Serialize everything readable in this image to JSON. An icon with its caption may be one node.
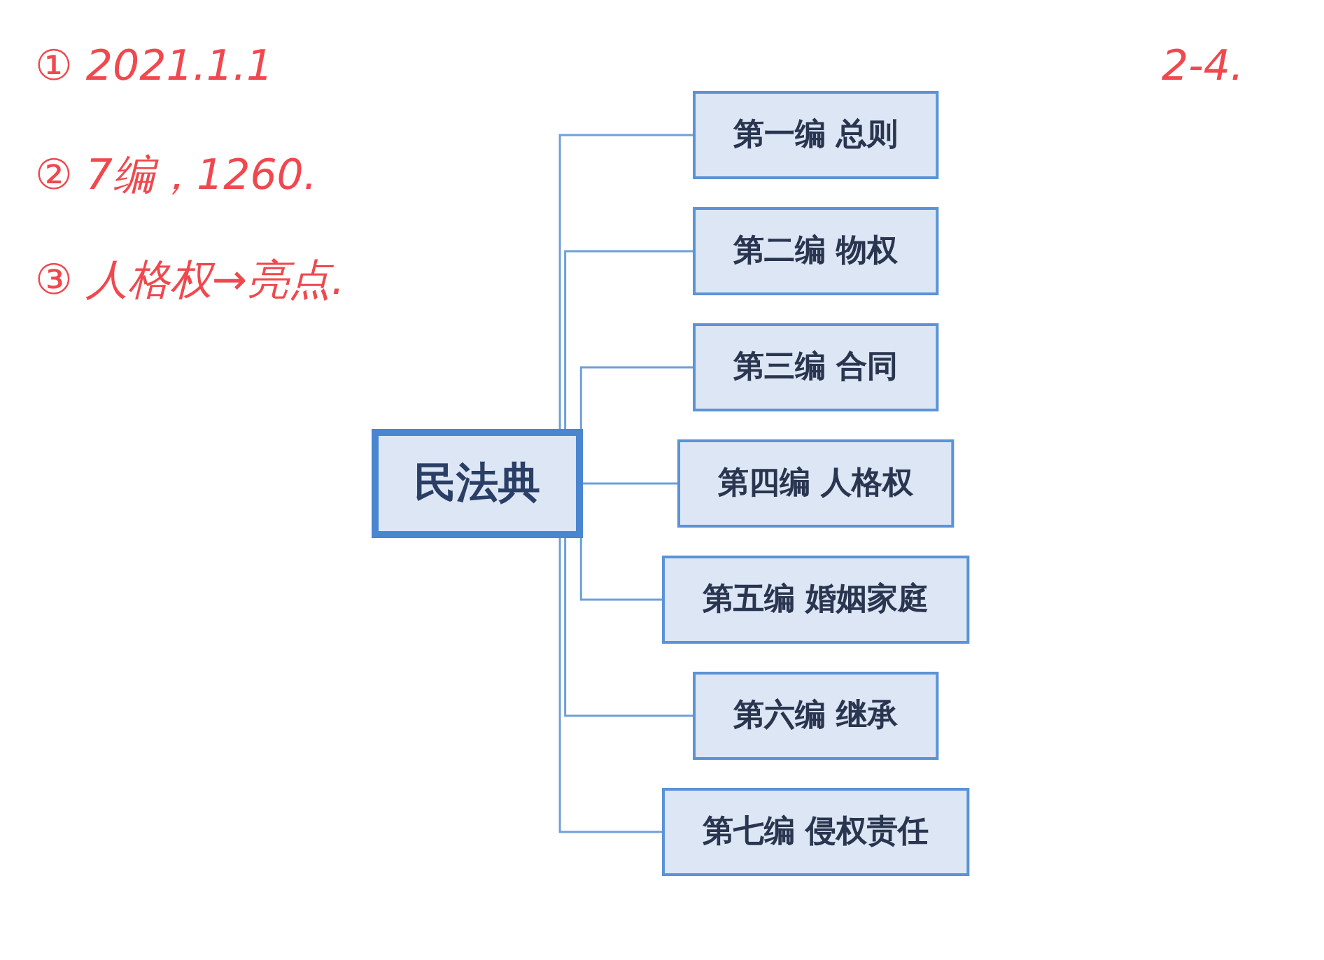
{
  "diagram": {
    "nodes": [
      {
        "text": [
          "民法典"
        ]
      },
      {
        "text": [
          "第一编 总则"
        ]
      },
      {
        "text": [
          "第二编 物权"
        ]
      },
      {
        "text": [
          "第三编 合同"
        ]
      },
      {
        "text": [
          "第四编 人格权"
        ]
      },
      {
        "text": [
          "第五编 婚姻家庭"
        ]
      },
      {
        "text": [
          "第六编 继承"
        ]
      },
      {
        "text": [
          "第七编 侵权责任"
        ]
      }
    ],
    "edges": [
      {
        "from": 0,
        "to": 1,
        "arrow": "none"
      },
      {
        "from": 0,
        "to": 2,
        "arrow": "none"
      },
      {
        "from": 0,
        "to": 3,
        "arrow": "none"
      },
      {
        "from": 0,
        "to": 4,
        "arrow": "none"
      },
      {
        "from": 0,
        "to": 5,
        "arrow": "none"
      },
      {
        "from": 0,
        "to": 6,
        "arrow": "none"
      },
      {
        "from": 0,
        "to": 7,
        "arrow": "none"
      }
    ],
    "labels": [
      "① 2021.1.1",
      "2-4.",
      "② 7编，1260.",
      "③ 人格权→亮点."
    ]
  }
}
